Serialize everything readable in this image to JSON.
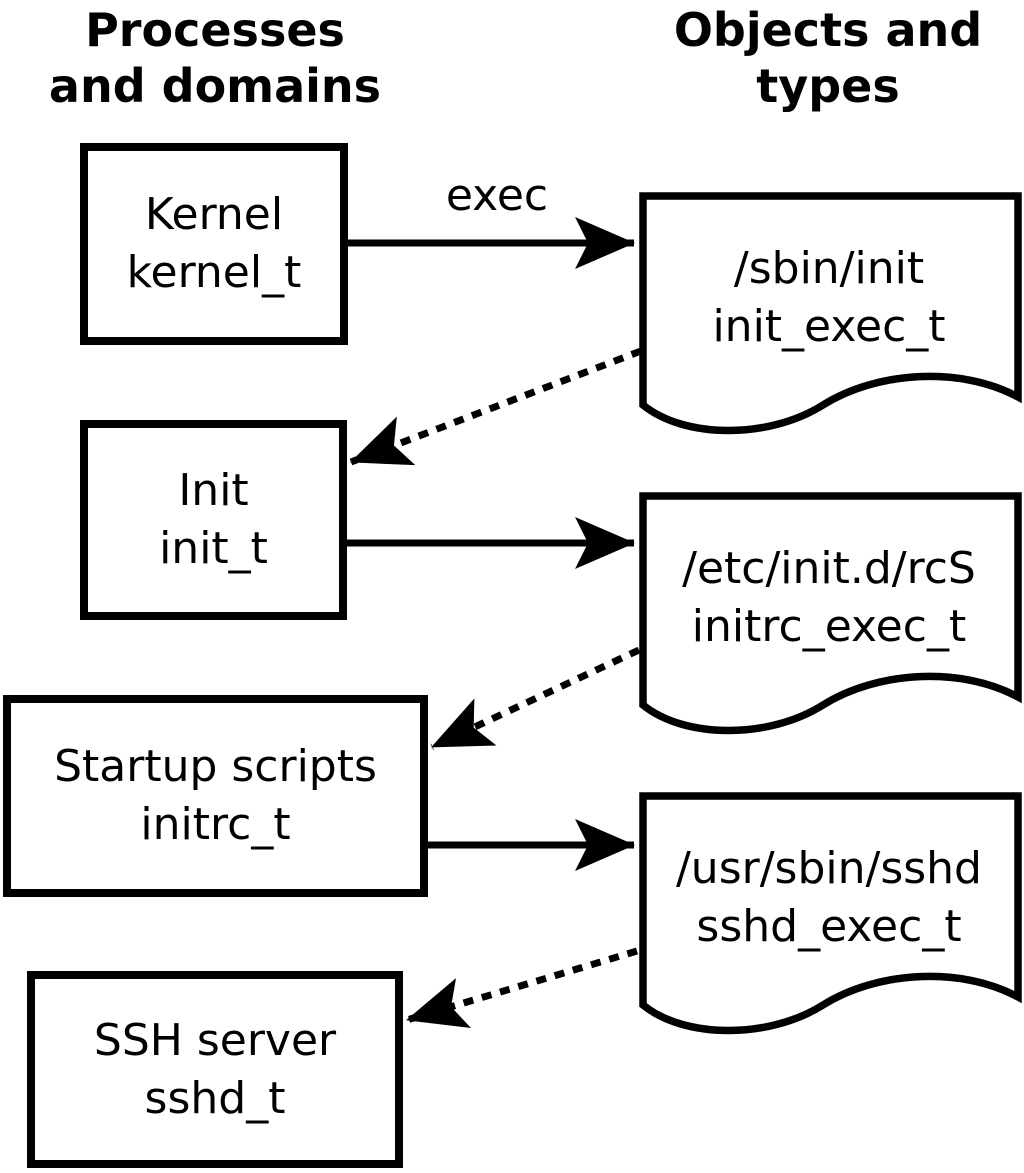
{
  "columns": {
    "left": {
      "line1": "Processes",
      "line2": "and domains"
    },
    "right": {
      "line1": "Objects and",
      "line2": "types"
    }
  },
  "processes": [
    {
      "name": "Kernel",
      "type": "kernel_t"
    },
    {
      "name": "Init",
      "type": "init_t"
    },
    {
      "name": "Startup scripts",
      "type": "initrc_t"
    },
    {
      "name": "SSH server",
      "type": "sshd_t"
    }
  ],
  "objects": [
    {
      "path": "/sbin/init",
      "type": "init_exec_t"
    },
    {
      "path": "/etc/init.d/rcS",
      "type": "initrc_exec_t"
    },
    {
      "path": "/usr/sbin/sshd",
      "type": "sshd_exec_t"
    }
  ],
  "arrows": {
    "exec_label": "exec",
    "edges": [
      {
        "from": "kernel_t",
        "to": "init_exec_t",
        "style": "solid",
        "label": "exec"
      },
      {
        "from": "init_exec_t",
        "to": "init_t",
        "style": "dotted",
        "label": ""
      },
      {
        "from": "init_t",
        "to": "initrc_exec_t",
        "style": "solid",
        "label": ""
      },
      {
        "from": "initrc_exec_t",
        "to": "initrc_t",
        "style": "dotted",
        "label": ""
      },
      {
        "from": "initrc_t",
        "to": "sshd_exec_t",
        "style": "solid",
        "label": ""
      },
      {
        "from": "sshd_exec_t",
        "to": "sshd_t",
        "style": "dotted",
        "label": ""
      }
    ]
  },
  "colors": {
    "ink": "#000000",
    "paper": "#ffffff"
  }
}
